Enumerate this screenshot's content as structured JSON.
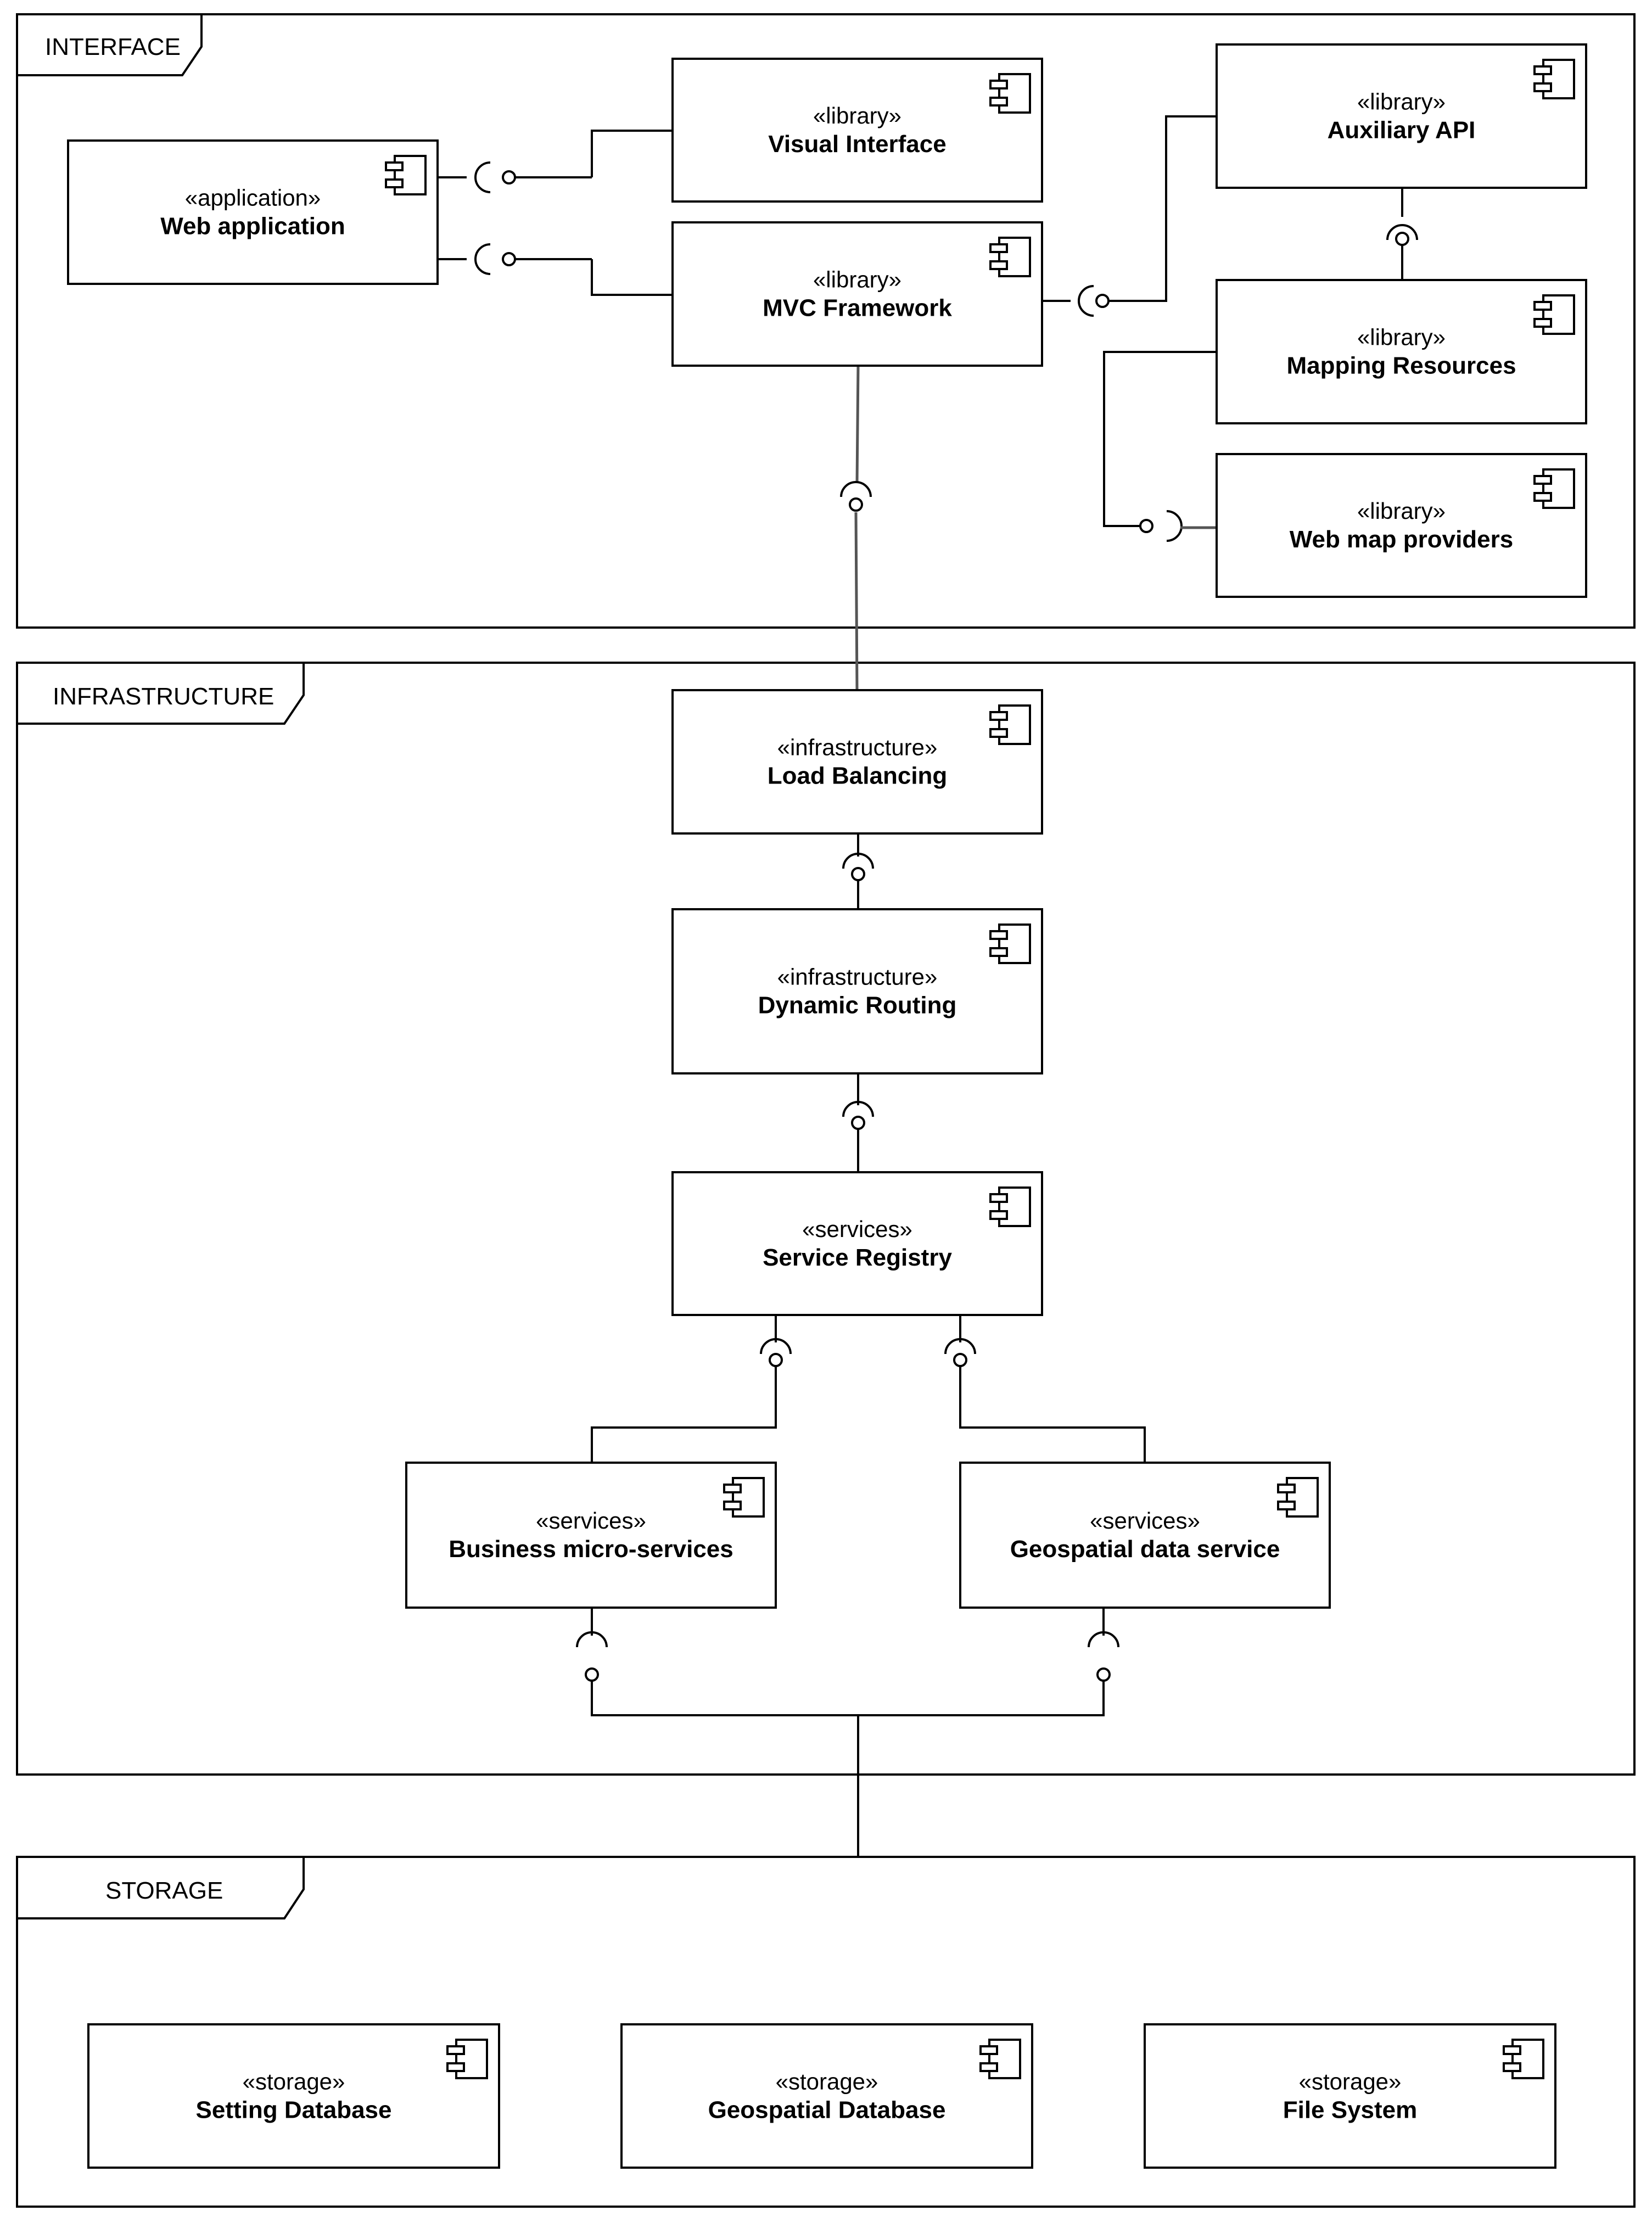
{
  "packages": {
    "interface": {
      "label": "INTERFACE"
    },
    "infrastructure": {
      "label": "INFRASTRUCTURE"
    },
    "storage": {
      "label": "STORAGE"
    }
  },
  "components": {
    "web_application": {
      "stereotype": "«application»",
      "name": "Web application"
    },
    "visual_interface": {
      "stereotype": "«library»",
      "name": "Visual Interface"
    },
    "mvc_framework": {
      "stereotype": "«library»",
      "name": "MVC Framework"
    },
    "auxiliary_api": {
      "stereotype": "«library»",
      "name": "Auxiliary API"
    },
    "mapping_resources": {
      "stereotype": "«library»",
      "name": "Mapping Resources"
    },
    "web_map_providers": {
      "stereotype": "«library»",
      "name": "Web map providers"
    },
    "load_balancing": {
      "stereotype": "«infrastructure»",
      "name": "Load Balancing"
    },
    "dynamic_routing": {
      "stereotype": "«infrastructure»",
      "name": "Dynamic Routing"
    },
    "service_registry": {
      "stereotype": "«services»",
      "name": "Service Registry"
    },
    "business_micro_services": {
      "stereotype": "«services»",
      "name": "Business micro-services"
    },
    "geospatial_data_service": {
      "stereotype": "«services»",
      "name": "Geospatial data service"
    },
    "setting_database": {
      "stereotype": "«storage»",
      "name": "Setting Database"
    },
    "geospatial_database": {
      "stereotype": "«storage»",
      "name": "Geospatial Database"
    },
    "file_system": {
      "stereotype": "«storage»",
      "name": "File System"
    }
  }
}
